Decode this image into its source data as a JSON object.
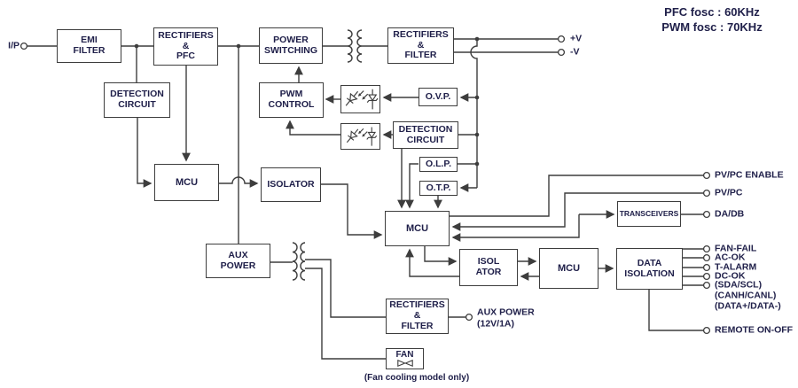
{
  "notes": {
    "pfc_fosc": "PFC fosc : 60KHz",
    "pwm_fosc": "PWM fosc : 70KHz",
    "fan_note": "(Fan cooling model only)"
  },
  "input": {
    "label": "I/P"
  },
  "blocks": {
    "emi_filter": {
      "label": "EMI\nFILTER"
    },
    "rectifiers_pfc": {
      "label": "RECTIFIERS\n&\nPFC"
    },
    "detection_circuit_primary": {
      "label": "DETECTION\nCIRCUIT"
    },
    "mcu_primary": {
      "label": "MCU"
    },
    "isolator_primary": {
      "label": "ISOLATOR"
    },
    "power_switching": {
      "label": "POWER\nSWITCHING"
    },
    "pwm_control": {
      "label": "PWM\nCONTROL"
    },
    "aux_power": {
      "label": "AUX\nPOWER"
    },
    "rectifiers_filter_main": {
      "label": "RECTIFIERS\n&\nFILTER"
    },
    "ovp": {
      "label": "O.V.P."
    },
    "detection_circuit_secondary": {
      "label": "DETECTION\nCIRCUIT"
    },
    "olp": {
      "label": "O.L.P."
    },
    "otp": {
      "label": "O.T.P."
    },
    "mcu_secondary": {
      "label": "MCU"
    },
    "isolator_secondary": {
      "label": "ISOL\nATOR"
    },
    "mcu_comm": {
      "label": "MCU"
    },
    "transceivers": {
      "label": "TRANSCEIVERS"
    },
    "data_isolation": {
      "label": "DATA\nISOLATION"
    },
    "rectifiers_filter_aux": {
      "label": "RECTIFIERS\n&\nFILTER"
    },
    "fan": {
      "label": "FAN"
    }
  },
  "outputs": {
    "v_plus": "+V",
    "v_minus": "-V",
    "pvpc_enable": "PV/PC ENABLE",
    "pvpc": "PV/PC",
    "dadb": "DA/DB",
    "fan_fail": "FAN-FAIL",
    "ac_ok": "AC-OK",
    "t_alarm": "T-ALARM",
    "dc_ok": "DC-OK",
    "sda_scl": "(SDA/SCL)",
    "canh_canl": "(CANH/CANL)",
    "data_pm": "(DATA+/DATA-)",
    "remote_onoff": "REMOTE ON-OFF",
    "aux_power_out": "AUX POWER\n(12V/1A)"
  },
  "colors": {
    "line": "#3d3d3d",
    "text": "#20204a",
    "background": "#ffffff"
  }
}
